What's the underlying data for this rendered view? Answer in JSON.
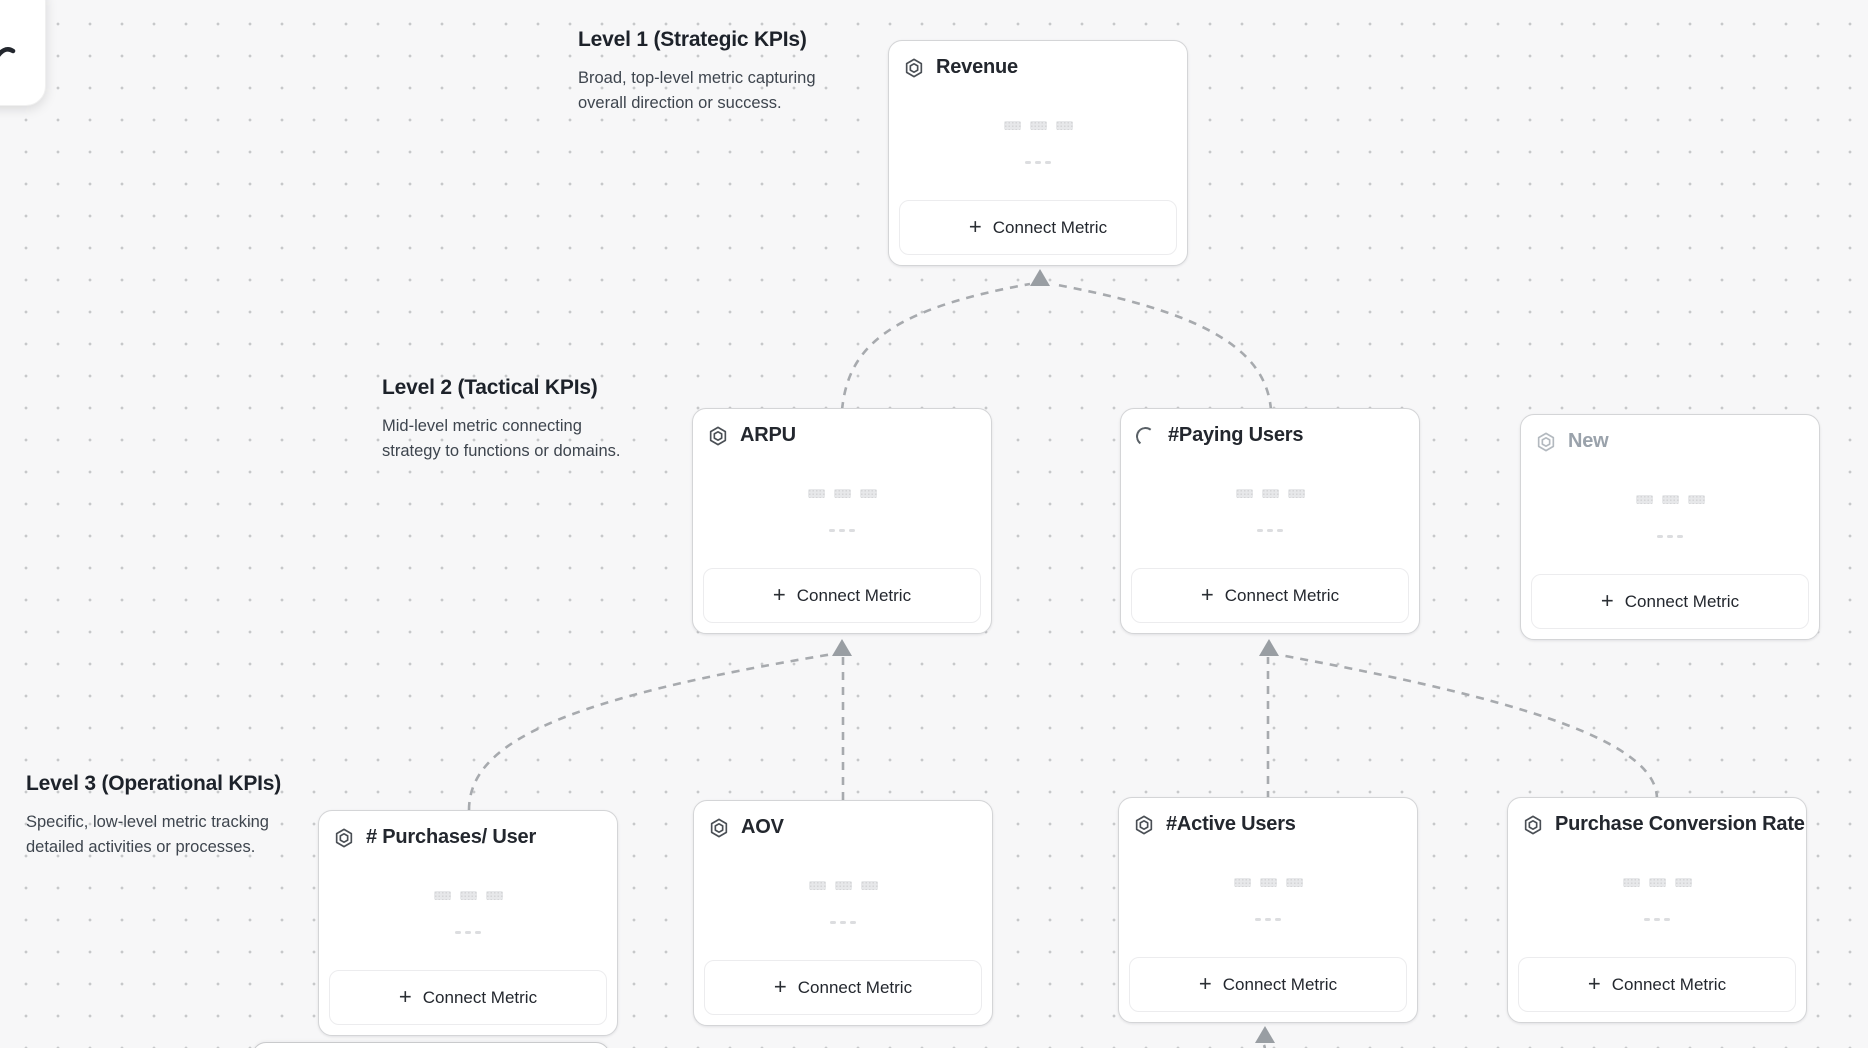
{
  "labels": {
    "connect_metric": "Connect Metric",
    "plus": "+"
  },
  "levels": [
    {
      "title": "Level 1 (Strategic KPIs)",
      "description": "Broad, top-level metric capturing overall direction or success."
    },
    {
      "title": "Level 2 (Tactical KPIs)",
      "description": "Mid-level metric connecting strategy to functions or domains."
    },
    {
      "title": "Level 3 (Operational KPIs)",
      "description": "Specific, low-level metric tracking detailed activities or processes."
    }
  ],
  "cards": [
    {
      "title": "Revenue",
      "icon": "hexagon-icon",
      "state": "default"
    },
    {
      "title": "ARPU",
      "icon": "hexagon-icon",
      "state": "default"
    },
    {
      "title": "#Paying Users",
      "icon": "spinner-icon",
      "state": "loading"
    },
    {
      "title": "New",
      "icon": "hexagon-icon",
      "state": "draft"
    },
    {
      "title": "# Purchases/ User",
      "icon": "hexagon-icon",
      "state": "default"
    },
    {
      "title": "AOV",
      "icon": "hexagon-icon",
      "state": "default"
    },
    {
      "title": "#Active Users",
      "icon": "hexagon-icon",
      "state": "default"
    },
    {
      "title": "Purchase Conversion Rate",
      "icon": "hexagon-icon",
      "state": "default"
    }
  ],
  "colors": {
    "canvas_bg": "#f7f7f8",
    "grid_dot": "#c7c8ca",
    "card_border": "#d4d5d7",
    "connector": "#a7aaae",
    "arrowhead": "#999ea3",
    "title_text": "#23272e",
    "muted_text": "#9aa2ab"
  }
}
